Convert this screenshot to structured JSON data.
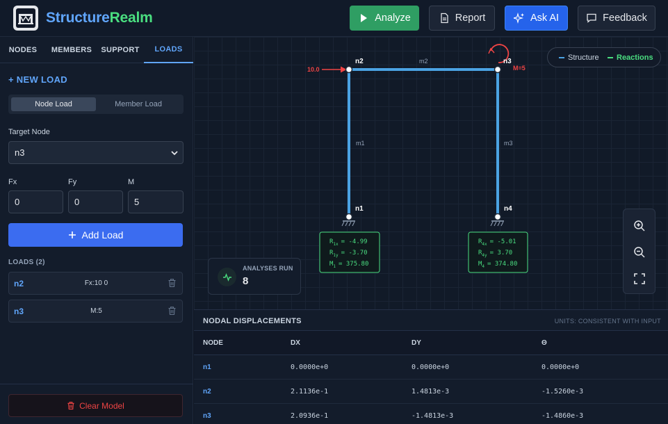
{
  "header": {
    "brand_part1": "Structure",
    "brand_part2": "Realm",
    "analyze_label": "Analyze",
    "report_label": "Report",
    "askai_label": "Ask AI",
    "feedback_label": "Feedback"
  },
  "sidebar": {
    "tabs": [
      {
        "label": "NODES",
        "active": false
      },
      {
        "label": "MEMBERS",
        "active": false
      },
      {
        "label": "SUPPORT",
        "active": false
      },
      {
        "label": "LOADS",
        "active": true
      }
    ],
    "new_load_label": "+ NEW LOAD",
    "load_type": {
      "options": [
        "Node Load",
        "Member Load"
      ],
      "selected": "Node Load"
    },
    "target_node_label": "Target Node",
    "target_node_value": "n3",
    "fx_label": "Fx",
    "fy_label": "Fy",
    "m_label": "M",
    "fx_value": "0",
    "fy_value": "0",
    "m_value": "5",
    "add_load_label": "Add Load",
    "loads_title": "LOADS (2)",
    "loads": [
      {
        "node": "n2",
        "value": "Fx:10 0"
      },
      {
        "node": "n3",
        "value": "M:5"
      }
    ],
    "clear_label": "Clear Model"
  },
  "canvas": {
    "legend": {
      "structure": "Structure",
      "reactions": "Reactions"
    },
    "nodes": [
      "n1",
      "n2",
      "n3",
      "n4"
    ],
    "members": [
      "m1",
      "m2",
      "m3"
    ],
    "load_labels": {
      "n2_force": "10.0",
      "n3_moment": "M=5"
    },
    "reactions": {
      "n1": {
        "rx_sub": "1x",
        "ry_sub": "1y",
        "m_sub": "1",
        "rx": "= -4.99",
        "ry": "= -3.70",
        "m": "= 375.80"
      },
      "n4": {
        "rx_sub": "4x",
        "ry_sub": "4y",
        "m_sub": "4",
        "rx": "= -5.01",
        "ry": "= 3.70",
        "m": "= 374.80"
      }
    },
    "analyses_run_label": "ANALYSES RUN",
    "analyses_run_value": "8",
    "colors": {
      "structure": "#4ba3e3",
      "reactions": "#4ade80",
      "load": "#ef4444"
    }
  },
  "table": {
    "title": "NODAL DISPLACEMENTS",
    "units": "UNITS: CONSISTENT WITH INPUT",
    "columns": [
      "NODE",
      "DX",
      "DY",
      "Θ"
    ],
    "rows": [
      {
        "node": "n1",
        "dx": "0.0000e+0",
        "dy": "0.0000e+0",
        "theta": "0.0000e+0"
      },
      {
        "node": "n2",
        "dx": "2.1136e-1",
        "dy": "1.4813e-3",
        "theta": "-1.5260e-3"
      },
      {
        "node": "n3",
        "dx": "2.0936e-1",
        "dy": "-1.4813e-3",
        "theta": "-1.4860e-3"
      }
    ]
  }
}
